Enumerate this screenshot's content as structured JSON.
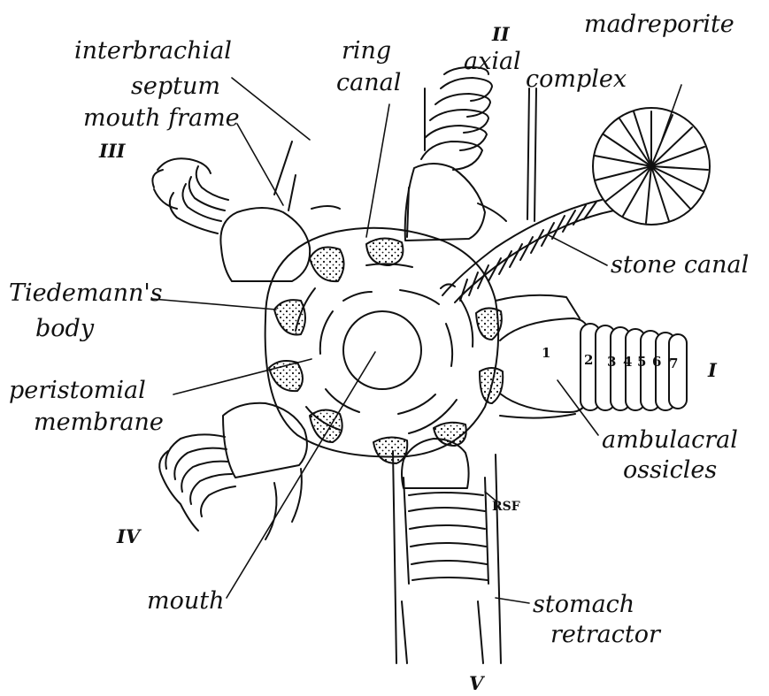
{
  "labels": {
    "interbrachial_1": "interbrachial",
    "interbrachial_2": "septum",
    "ring_1": "ring",
    "ring_2": "canal",
    "axial_1": "axial",
    "axial_2": "complex",
    "madreporite": "madreporite",
    "mouth_frame": "mouth frame",
    "stone_canal": "stone canal",
    "tiedemann_1": "Tiedemann's",
    "tiedemann_2": "body",
    "peristomial_1": "peristomial",
    "peristomial_2": "membrane",
    "ambulacral_1": "ambulacral",
    "ambulacral_2": "ossicles",
    "mouth": "mouth",
    "stomach_1": "stomach",
    "stomach_2": "retractor",
    "rsf": "RSF"
  },
  "arm_numerals": {
    "I": "I",
    "II": "II",
    "III": "III",
    "IV": "IV",
    "V": "V"
  },
  "ossicle_numbers": [
    "1",
    "2",
    "3",
    "4",
    "5",
    "6",
    "7"
  ],
  "colors": {
    "ink": "#111111",
    "paper": "#ffffff"
  }
}
